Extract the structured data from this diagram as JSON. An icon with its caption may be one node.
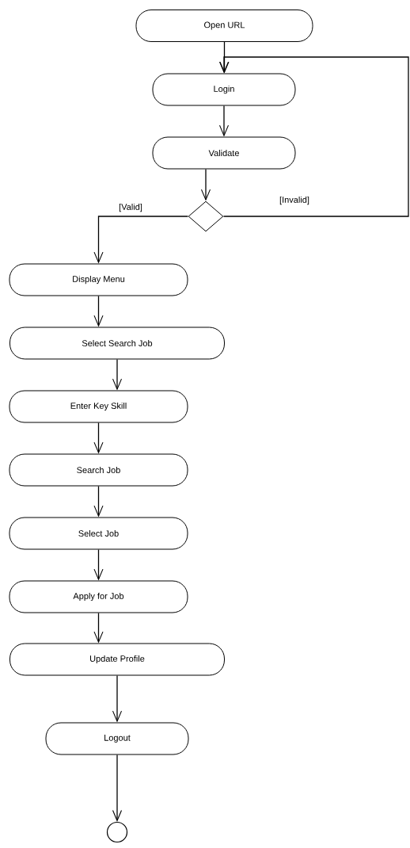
{
  "diagram": {
    "nodes": [
      {
        "text": [
          "Open URL"
        ]
      },
      {
        "text": [
          "Login"
        ]
      },
      {
        "text": [
          "Validate"
        ]
      },
      {
        "text": [],
        "shape": "diamond"
      },
      {
        "text": [
          "Display Menu"
        ]
      },
      {
        "text": [
          "Select Search Job"
        ]
      },
      {
        "text": [
          "Enter Key Skill"
        ]
      },
      {
        "text": [
          "Search Job"
        ]
      },
      {
        "text": [
          "Select Job"
        ]
      },
      {
        "text": [
          "Apply for Job"
        ]
      },
      {
        "text": [
          "Update Profile"
        ]
      },
      {
        "text": [
          "Logout"
        ]
      },
      {
        "text": [],
        "shape": "circle"
      }
    ],
    "edges": [
      {
        "from": 0,
        "to": 1,
        "arrow": "to"
      },
      {
        "from": 1,
        "to": 2,
        "arrow": "to"
      },
      {
        "from": 2,
        "to": 3,
        "arrow": "to"
      },
      {
        "from": 3,
        "to": 4,
        "arrow": "to",
        "label": "[Valid]"
      },
      {
        "from": 3,
        "to": 1,
        "arrow": "to",
        "label": "[Invalid]"
      },
      {
        "from": 4,
        "to": 5,
        "arrow": "to"
      },
      {
        "from": 5,
        "to": 6,
        "arrow": "to"
      },
      {
        "from": 6,
        "to": 7,
        "arrow": "to"
      },
      {
        "from": 7,
        "to": 8,
        "arrow": "to"
      },
      {
        "from": 8,
        "to": 9,
        "arrow": "to"
      },
      {
        "from": 9,
        "to": 10,
        "arrow": "to"
      },
      {
        "from": 10,
        "to": 11,
        "arrow": "to"
      },
      {
        "from": 11,
        "to": 12,
        "arrow": "to"
      }
    ]
  }
}
